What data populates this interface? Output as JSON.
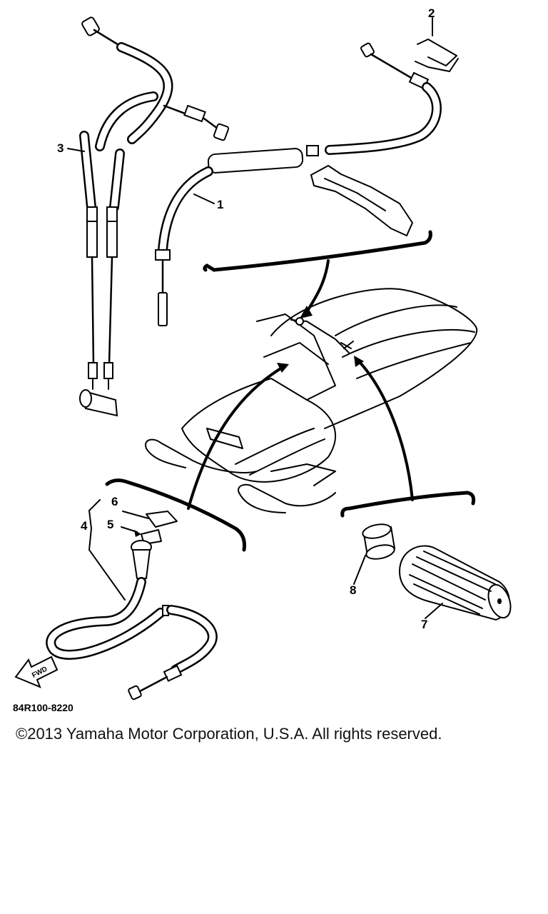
{
  "diagram": {
    "part_labels": [
      "1",
      "2",
      "3",
      "4",
      "5",
      "6",
      "7",
      "8"
    ],
    "drawing_code": "84R100-8220",
    "fwd_label": "FWD"
  },
  "footer": {
    "copyright": "©2013 Yamaha Motor Corporation, U.S.A. All rights reserved."
  }
}
